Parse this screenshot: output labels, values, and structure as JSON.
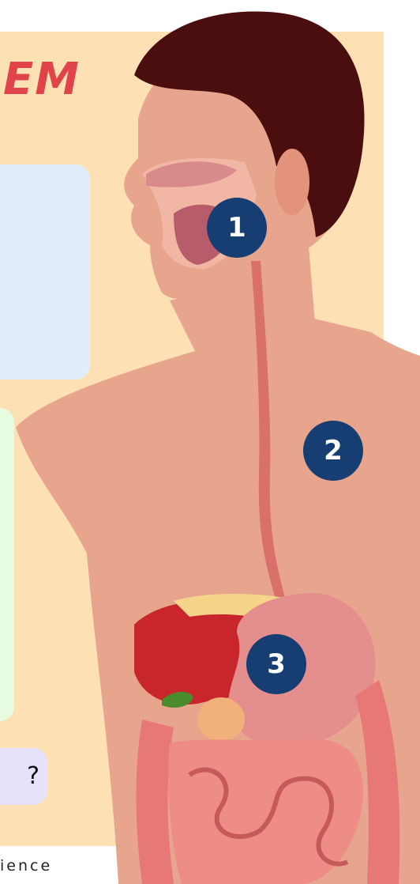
{
  "title_fragment": "EM",
  "footer_fragment": "ience",
  "purple_fragment": "?",
  "markers": [
    {
      "label": "1"
    },
    {
      "label": "2"
    },
    {
      "label": "3"
    }
  ],
  "colors": {
    "poster": "#fde0b3",
    "skin": "#e8a58e",
    "hair": "#4a0e0e",
    "liver": "#c9262b",
    "stomach": "#e58e8e",
    "intestine": "#e87875",
    "marker": "#163e72",
    "title": "#e0434a"
  }
}
